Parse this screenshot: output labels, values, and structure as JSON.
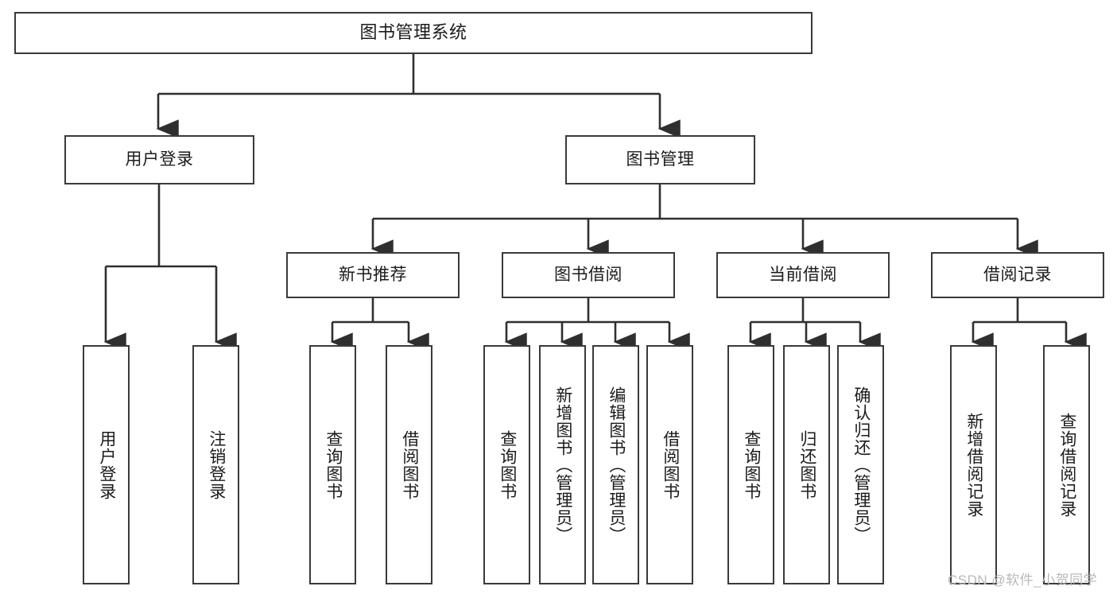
{
  "diagram": {
    "title": "图书管理系统",
    "type": "tree-hierarchy-diagram",
    "colors": {
      "box_border": "#3a3a3a",
      "box_fill": "#ffffff",
      "connector": "#2f2f2f",
      "text": "#1b1b1b",
      "watermark": "#b9b9b9",
      "background": "#ffffff"
    },
    "root": {
      "label": "图书管理系统"
    },
    "level2": [
      {
        "label": "用户登录"
      },
      {
        "label": "图书管理"
      }
    ],
    "level3": [
      {
        "label": "新书推荐"
      },
      {
        "label": "图书借阅"
      },
      {
        "label": "当前借阅"
      },
      {
        "label": "借阅记录"
      }
    ],
    "leaves": {
      "user_login": [
        {
          "label": "用户登录"
        },
        {
          "label": "注销登录"
        }
      ],
      "new_book_recommend": [
        {
          "label": "查询图书"
        },
        {
          "label": "借阅图书"
        }
      ],
      "book_borrow": [
        {
          "label": "查询图书"
        },
        {
          "label": "新增图书（管理员）"
        },
        {
          "label": "编辑图书（管理员）"
        },
        {
          "label": "借阅图书"
        }
      ],
      "current_borrow": [
        {
          "label": "查询图书"
        },
        {
          "label": "归还图书"
        },
        {
          "label": "确认归还（管理员）"
        }
      ],
      "borrow_record": [
        {
          "label": "新增借阅记录"
        },
        {
          "label": "查询借阅记录"
        }
      ]
    },
    "watermark": "CSDN @软件_小贺同学"
  }
}
